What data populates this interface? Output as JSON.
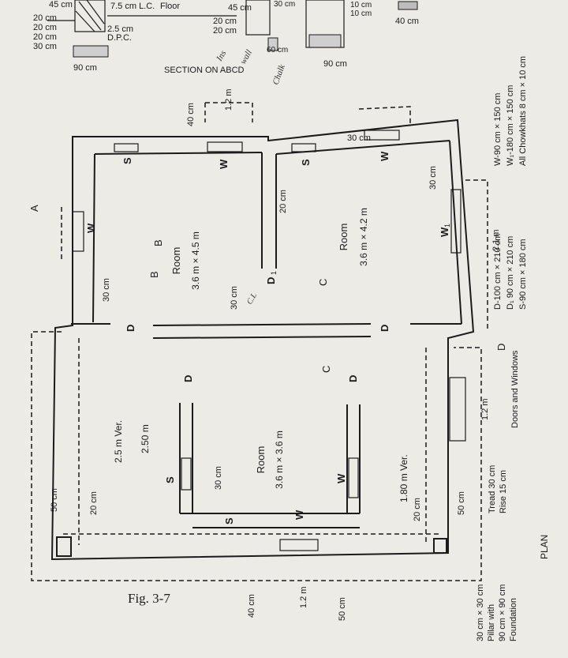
{
  "section": {
    "title": "SECTION ON ABCD",
    "labels": [
      "45 cm",
      "7.5 cm L.C.",
      "Floor",
      "45 cm",
      "20 cm",
      "20 cm",
      "30 cm",
      "20 cm",
      "20 cm",
      "20 cm",
      "30 cm",
      "2.5 cm",
      "D.P.C.",
      "90 cm",
      "60 cm",
      "10 cm",
      "10 cm",
      "40 cm",
      "90 cm"
    ]
  },
  "rooms": [
    {
      "label": "Room",
      "size": "3.6 m × 4.5 m"
    },
    {
      "label": "Room",
      "size": "3.6 m × 4.2 m"
    },
    {
      "label": "Room",
      "size": "3.6 m × 3.6 m"
    }
  ],
  "openings": {
    "W": "W",
    "W1": "W",
    "W1_sub": "1",
    "S": "S",
    "D": "D",
    "D1": "D",
    "D1_sub": "1"
  },
  "section_marks": {
    "A": "A",
    "B": "B",
    "C": "C"
  },
  "dimensions": {
    "d40top": "40 cm",
    "d12top": "1.2 m",
    "d30top": "30 cm",
    "d20c": "20 cm",
    "d30right": "30 cm",
    "d21": "2.1 m",
    "d30mid": "30 cm",
    "d30left": "30 cm",
    "d25ver": "2.5 m Ver.",
    "d250": "2.50 m",
    "d30room3": "30 cm",
    "d50left": "50 cm",
    "d20left": "20 cm",
    "d180ver": "1.80 m Ver.",
    "d20right": "20 cm",
    "d50right": "50 cm",
    "d12bottom": "1.2 m",
    "d40bottom": "40 cm",
    "d50bottom": "50 cm",
    "d12steps": "1.2 m"
  },
  "schedule": {
    "w1": "W-90 cm × 150 cm",
    "w2": "W₁-180 cm × 150 cm",
    "w3": "All Chowkhats 8 cm × 10 cm",
    "d1": "D-100 cm × 210 cm",
    "d2": "D₁ 90 cm × 210 cm",
    "d3": "S-90 cm × 180 cm"
  },
  "steps": {
    "tread": "Tread 30 cm",
    "rise": "Rise 15 cm"
  },
  "pillar": {
    "l1": "30 cm × 30 cm",
    "l2": "Pillar with",
    "l3": "90 cm × 90 cm",
    "l4": "Foundation"
  },
  "doors_windows": "Doors and Windows",
  "plan_label": "PLAN",
  "figure": "Fig. 3-7",
  "handwriting": {
    "h1": "Ins",
    "h2": "wall",
    "h3": "Chalk",
    "h4": "C.L"
  }
}
